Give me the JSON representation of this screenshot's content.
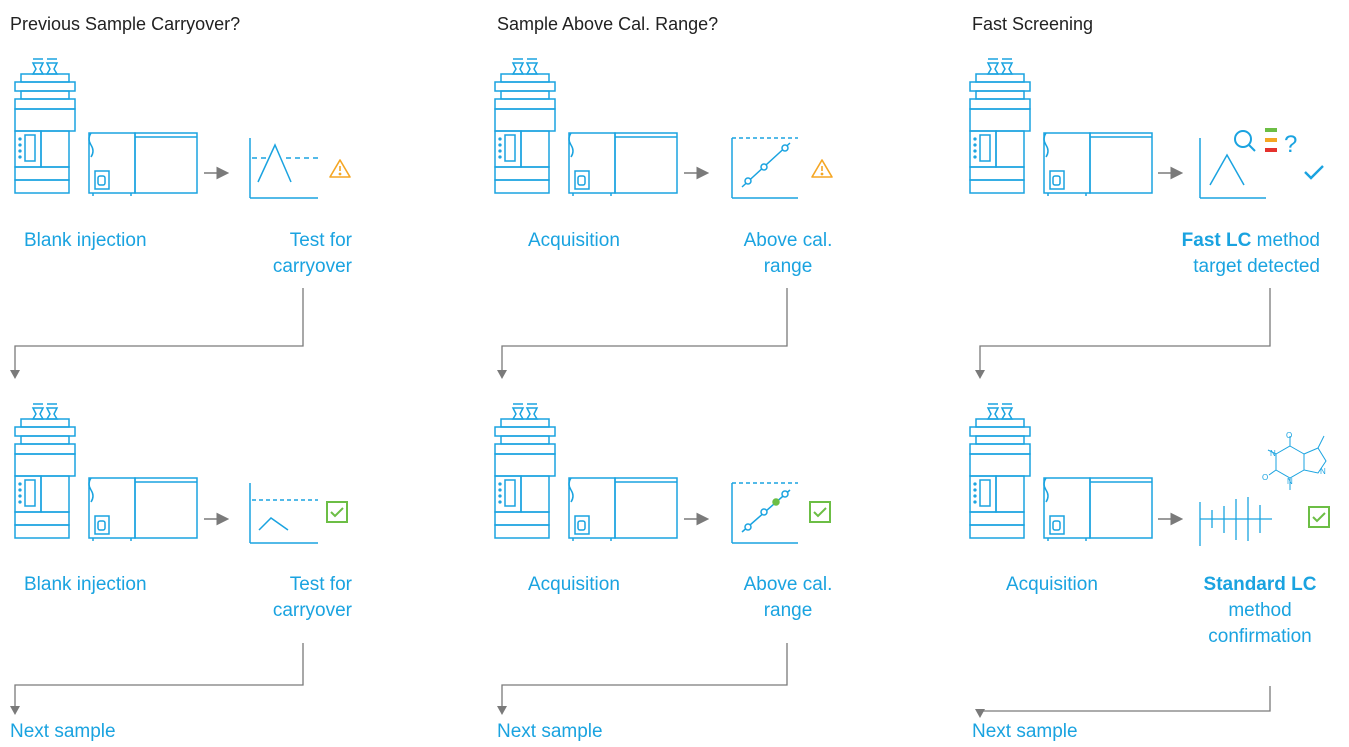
{
  "columns": [
    {
      "title": "Previous Sample Carryover?",
      "row1": {
        "left_label": "Blank injection",
        "right_label_line1": "Test for",
        "right_label_line2": "carryover",
        "status": "warning"
      },
      "row2": {
        "left_label": "Blank injection",
        "right_label_line1": "Test for",
        "right_label_line2": "carryover",
        "status": "ok"
      },
      "next_label": "Next sample"
    },
    {
      "title": "Sample Above Cal. Range?",
      "row1": {
        "left_label": "Acquisition",
        "right_label_line1": "Above cal.",
        "right_label_line2": "range",
        "status": "warning"
      },
      "row2": {
        "left_label": "Acquisition",
        "right_label_line1": "Above cal.",
        "right_label_line2": "range",
        "status": "ok"
      },
      "next_label": "Next sample"
    },
    {
      "title": "Fast Screening",
      "row1": {
        "left_label": "",
        "right_bold": "Fast LC",
        "right_rest": " method",
        "right_line2": "target detected",
        "status": "check"
      },
      "row2": {
        "left_label": "Acquisition",
        "right_bold": "Standard LC",
        "right_line2": "method",
        "right_line3": "confirmation",
        "status": "ok"
      },
      "next_label": "Next sample"
    }
  ],
  "colors": {
    "accent": "#1aa3e0",
    "warning": "#f5a623",
    "ok": "#6cbe45",
    "arrow": "#7a7a7a",
    "status_red": "#e5322d"
  },
  "icons": [
    "lc-instrument-icon",
    "chromatogram-icon",
    "warning-icon",
    "checkbox-icon",
    "search-icon",
    "question-icon",
    "checkmark-icon",
    "molecule-icon"
  ]
}
